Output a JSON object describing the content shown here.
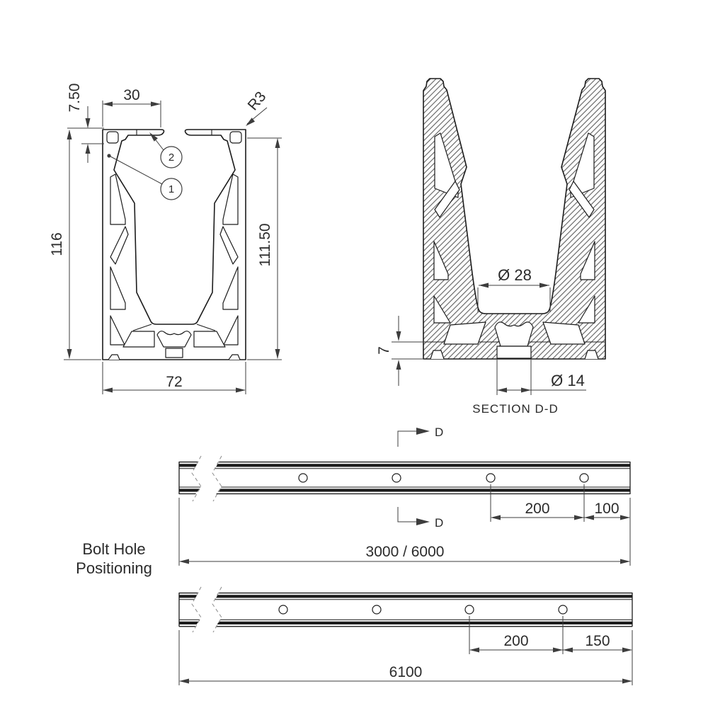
{
  "drawing": {
    "background": "#ffffff",
    "line_color": "#1c1c1c",
    "dim_color": "#3d3d3d",
    "profile_view": {
      "dims": {
        "lip_height": "7.50",
        "lip_width": "30",
        "corner_radius": "R3",
        "overall_height": "116",
        "inner_height": "111.50",
        "overall_width": "72"
      },
      "balloons": {
        "wall": "1",
        "lip": "2"
      }
    },
    "section_view": {
      "title": "SECTION D-D",
      "dims": {
        "pocket_diameter": "Ø 28",
        "base_thickness": "7",
        "bolt_hole_diameter": "Ø 14"
      }
    },
    "bolt_hole_layout": {
      "title_line1": "Bolt Hole",
      "title_line2": "Positioning",
      "section_marker": "D",
      "rail_top": {
        "hole_pitch": "200",
        "end_offset": "100",
        "length": "3000 / 6000"
      },
      "rail_bottom": {
        "hole_pitch": "200",
        "end_offset": "150",
        "length": "6100"
      }
    }
  }
}
